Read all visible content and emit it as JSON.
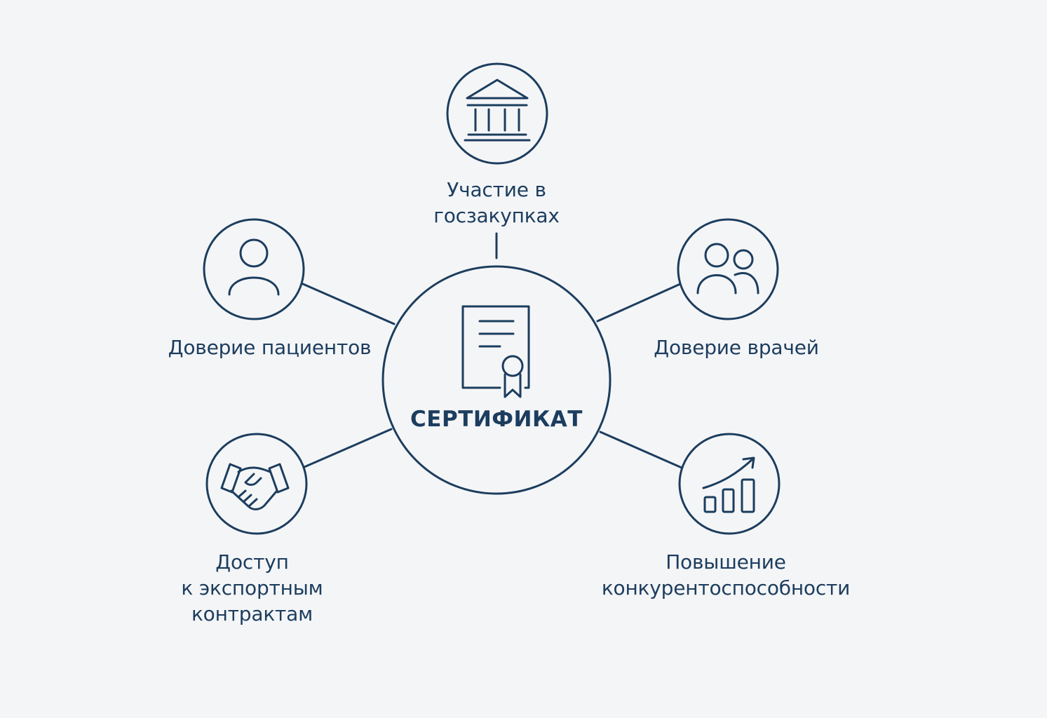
{
  "colors": {
    "background": "#f4f5f7",
    "stroke": "#1c3d5e"
  },
  "center": {
    "label": "СЕРТИФИКАТ",
    "icon": "certificate-icon"
  },
  "nodes": [
    {
      "id": "procurement",
      "label": "Участие в\nгосзакупках",
      "icon": "government-building-icon"
    },
    {
      "id": "patients",
      "label": "Доверие пациентов",
      "icon": "person-icon"
    },
    {
      "id": "doctors",
      "label": "Доверие врачей",
      "icon": "people-group-icon"
    },
    {
      "id": "export",
      "label": "Доступ\nк экспортным\nконтрактам",
      "icon": "handshake-icon"
    },
    {
      "id": "competitiveness",
      "label": "Повышение\nконкурентоспособности",
      "icon": "growth-chart-icon"
    }
  ]
}
